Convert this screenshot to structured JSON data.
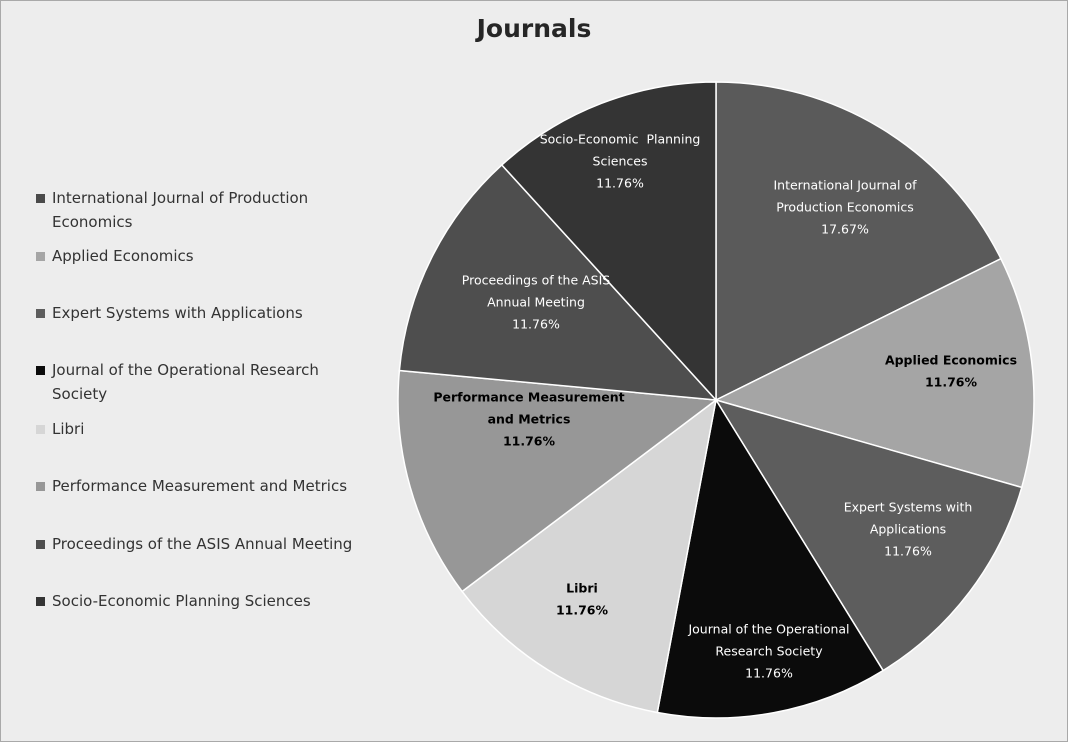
{
  "chart_data": {
    "type": "pie",
    "title": "Journals",
    "legend_position": "left",
    "slices": [
      {
        "name": "International Journal of Production Economics",
        "value": 17.67,
        "label": "17.67%",
        "color": "#5a5a5a",
        "label_color": "#ffffff",
        "label_lines": [
          "International Journal of",
          "Production Economics"
        ]
      },
      {
        "name": "Applied Economics",
        "value": 11.76,
        "label": "11.76%",
        "color": "#a5a5a5",
        "label_color": "#000000",
        "label_lines": [
          "Applied Economics"
        ]
      },
      {
        "name": "Expert Systems with Applications",
        "value": 11.76,
        "label": "11.76%",
        "color": "#5d5d5d",
        "label_color": "#ffffff",
        "label_lines": [
          "Expert Systems with",
          "Applications"
        ]
      },
      {
        "name": "Journal of the Operational Research Society",
        "value": 11.76,
        "label": "11.76%",
        "color": "#0b0b0b",
        "label_color": "#ffffff",
        "label_lines": [
          "Journal of the Operational",
          "Research Society"
        ]
      },
      {
        "name": "Libri",
        "value": 11.76,
        "label": "11.76%",
        "color": "#d6d6d6",
        "label_color": "#000000",
        "label_lines": [
          "Libri"
        ]
      },
      {
        "name": "Performance Measurement and Metrics",
        "value": 11.76,
        "label": "11.76%",
        "color": "#979797",
        "label_color": "#000000",
        "label_lines": [
          "Performance Measurement",
          "and Metrics"
        ]
      },
      {
        "name": "Proceedings of the ASIS Annual Meeting",
        "value": 11.76,
        "label": "11.76%",
        "color": "#4e4e4e",
        "label_color": "#ffffff",
        "label_lines": [
          "Proceedings of the ASIS",
          "Annual Meeting"
        ]
      },
      {
        "name": "Socio-Economic Planning Sciences",
        "value": 11.76,
        "label": "11.76%",
        "color": "#343434",
        "label_color": "#ffffff",
        "label_lines": [
          "Socio-Economic  Planning",
          "Sciences"
        ]
      }
    ]
  },
  "legend": {
    "items": [
      {
        "label": "International Journal of Production Economics",
        "lines": [
          "International Journal of Production",
          "Economics"
        ],
        "color": "#4a4a4a"
      },
      {
        "label": "Applied Economics",
        "lines": [
          "Applied Economics"
        ],
        "color": "#a5a5a5"
      },
      {
        "label": "Expert Systems with Applications",
        "lines": [
          "Expert Systems with Applications"
        ],
        "color": "#5d5d5d"
      },
      {
        "label": "Journal of the Operational Research Society",
        "lines": [
          "Journal of the Operational Research",
          "Society"
        ],
        "color": "#0b0b0b"
      },
      {
        "label": "Libri",
        "lines": [
          "Libri"
        ],
        "color": "#d6d6d6"
      },
      {
        "label": "Performance Measurement and Metrics",
        "lines": [
          "Performance Measurement and Metrics"
        ],
        "color": "#979797"
      },
      {
        "label": "Proceedings of the ASIS Annual Meeting",
        "lines": [
          "Proceedings of the ASIS Annual Meeting"
        ],
        "color": "#4e4e4e"
      },
      {
        "label": "Socio-Economic Planning Sciences",
        "lines": [
          "Socio-Economic Planning Sciences"
        ],
        "color": "#343434"
      }
    ]
  }
}
